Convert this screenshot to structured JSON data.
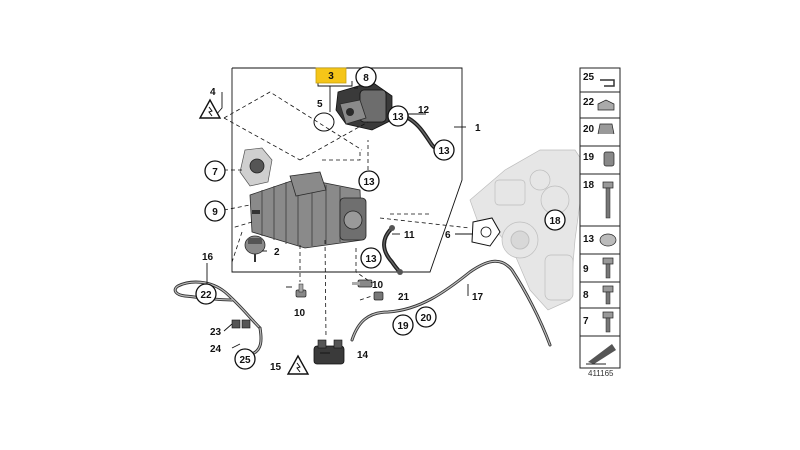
{
  "diagram_number": "411165",
  "callouts": {
    "c1": "1",
    "c2": "2",
    "c3": "3",
    "c4": "4",
    "c5": "5",
    "c6": "6",
    "c7": "7",
    "c8": "8",
    "c9": "9",
    "c10a": "10",
    "c10b": "10",
    "c11": "11",
    "c12": "12",
    "c13a": "13",
    "c13b": "13",
    "c13c": "13",
    "c13d": "13",
    "c14": "14",
    "c15": "15",
    "c16": "16",
    "c17": "17",
    "c18": "18",
    "c19": "19",
    "c20": "20",
    "c21": "21",
    "c22": "22",
    "c23": "23",
    "c24": "24",
    "c25": "25"
  },
  "legend": [
    "25",
    "22",
    "20",
    "19",
    "18",
    "13",
    "9",
    "8",
    "7"
  ],
  "colors": {
    "highlight": "#f5c518",
    "ink": "#111111",
    "part_gray": "#8a8a8a",
    "ghost_gray": "#e6e6e6"
  },
  "icons": [
    "warning-triangle-icon",
    "warning-triangle-icon",
    "arrow-corner-icon"
  ]
}
